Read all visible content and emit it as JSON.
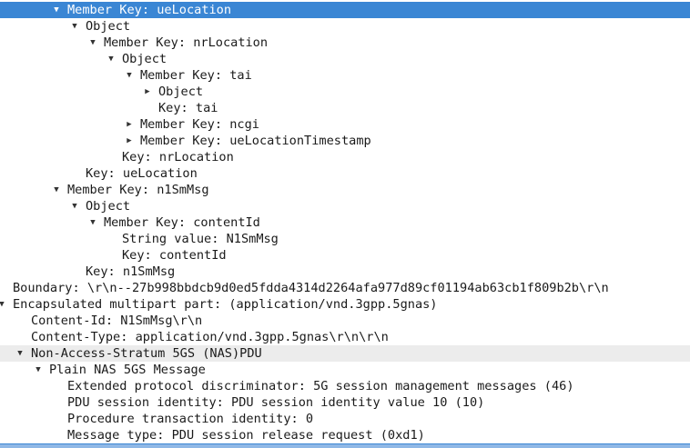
{
  "colors": {
    "selection_bg": "#3a86d4",
    "hover_bg": "#ececec",
    "text": "#1a1a1a"
  },
  "rows": [
    {
      "text": "Member Key: ueLocation",
      "level": 3,
      "arrow": "down",
      "state": "selected"
    },
    {
      "text": "Object",
      "level": 4,
      "arrow": "down"
    },
    {
      "text": "Member Key: nrLocation",
      "level": 5,
      "arrow": "down"
    },
    {
      "text": "Object",
      "level": 6,
      "arrow": "down"
    },
    {
      "text": "Member Key: tai",
      "level": 7,
      "arrow": "down"
    },
    {
      "text": "Object",
      "level": 8,
      "arrow": "right"
    },
    {
      "text": "Key: tai",
      "level": 8,
      "arrow": "none"
    },
    {
      "text": "Member Key: ncgi",
      "level": 7,
      "arrow": "right"
    },
    {
      "text": "Member Key: ueLocationTimestamp",
      "level": 7,
      "arrow": "right"
    },
    {
      "text": "Key: nrLocation",
      "level": 6,
      "arrow": "none"
    },
    {
      "text": "Key: ueLocation",
      "level": 4,
      "arrow": "none"
    },
    {
      "text": "Member Key: n1SmMsg",
      "level": 3,
      "arrow": "down"
    },
    {
      "text": "Object",
      "level": 4,
      "arrow": "down"
    },
    {
      "text": "Member Key: contentId",
      "level": 5,
      "arrow": "down"
    },
    {
      "text": "String value: N1SmMsg",
      "level": 6,
      "arrow": "none"
    },
    {
      "text": "Key: contentId",
      "level": 6,
      "arrow": "none"
    },
    {
      "text": "Key: n1SmMsg",
      "level": 4,
      "arrow": "none"
    },
    {
      "text": "Boundary: \\r\\n--27b998bbdcb9d0ed5fdda4314d2264afa977d89cf01194ab63cb1f809b2b\\r\\n",
      "level": 0,
      "arrow": "none"
    },
    {
      "text": "Encapsulated multipart part:  (application/vnd.3gpp.5gnas)",
      "level": 0,
      "arrow": "down"
    },
    {
      "text": "Content-Id: N1SmMsg\\r\\n",
      "level": 1,
      "arrow": "none"
    },
    {
      "text": "Content-Type: application/vnd.3gpp.5gnas\\r\\n\\r\\n",
      "level": 1,
      "arrow": "none"
    },
    {
      "text": "Non-Access-Stratum 5GS (NAS)PDU",
      "level": 1,
      "arrow": "down",
      "state": "hover"
    },
    {
      "text": "Plain NAS 5GS Message",
      "level": 2,
      "arrow": "down"
    },
    {
      "text": "Extended protocol discriminator: 5G session management messages (46)",
      "level": 3,
      "arrow": "none"
    },
    {
      "text": "PDU session identity: PDU session identity value 10 (10)",
      "level": 3,
      "arrow": "none"
    },
    {
      "text": "Procedure transaction identity: 0",
      "level": 3,
      "arrow": "none"
    },
    {
      "text": "Message type: PDU session release request (0xd1)",
      "level": 3,
      "arrow": "none"
    }
  ]
}
